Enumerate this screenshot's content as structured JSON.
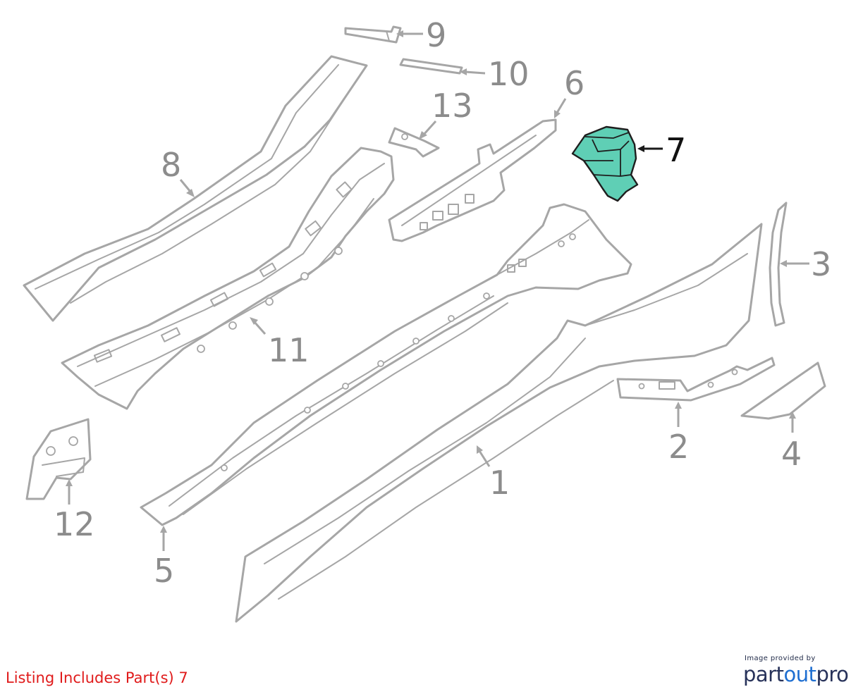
{
  "listing": {
    "text": "Listing Includes Part(s) 7"
  },
  "credit": {
    "top": "Image provided by",
    "brand_a": "part",
    "brand_b": "out",
    "brand_c": "pro"
  },
  "callouts": {
    "c1": "1",
    "c2": "2",
    "c3": "3",
    "c4": "4",
    "c5": "5",
    "c6": "6",
    "c7": "7",
    "c8": "8",
    "c9": "9",
    "c10": "10",
    "c11": "11",
    "c12": "12",
    "c13": "13"
  },
  "highlight": {
    "part": "7",
    "color": "#5fcfb5"
  }
}
